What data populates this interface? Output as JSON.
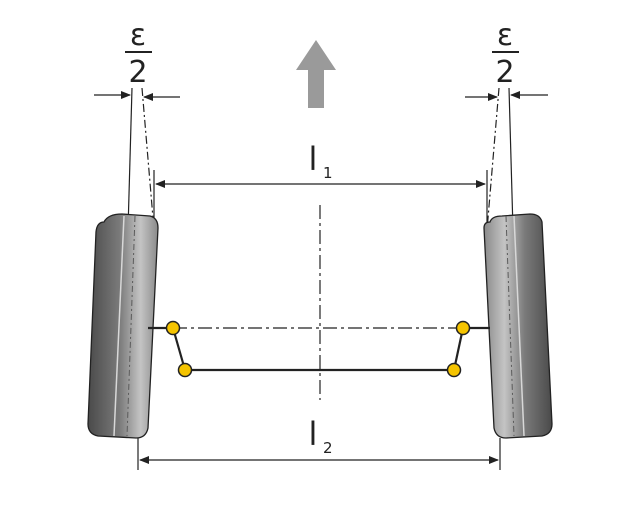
{
  "labels": {
    "epsilon_left": {
      "numerator": "ε",
      "denominator": "2"
    },
    "epsilon_right": {
      "numerator": "ε",
      "denominator": "2"
    },
    "l1": {
      "main": "l",
      "sub": "1"
    },
    "l2": {
      "main": "l",
      "sub": "2"
    }
  },
  "colors": {
    "line": "#222222",
    "tire_dark": "#5a5a5a",
    "tire_light": "#b9b9b9",
    "arrow": "#9a9a9a",
    "joint_fill": "#f5c400",
    "joint_stroke": "#222222",
    "background": "#ffffff"
  },
  "icons": {
    "direction_arrow": "arrow-up-icon"
  }
}
